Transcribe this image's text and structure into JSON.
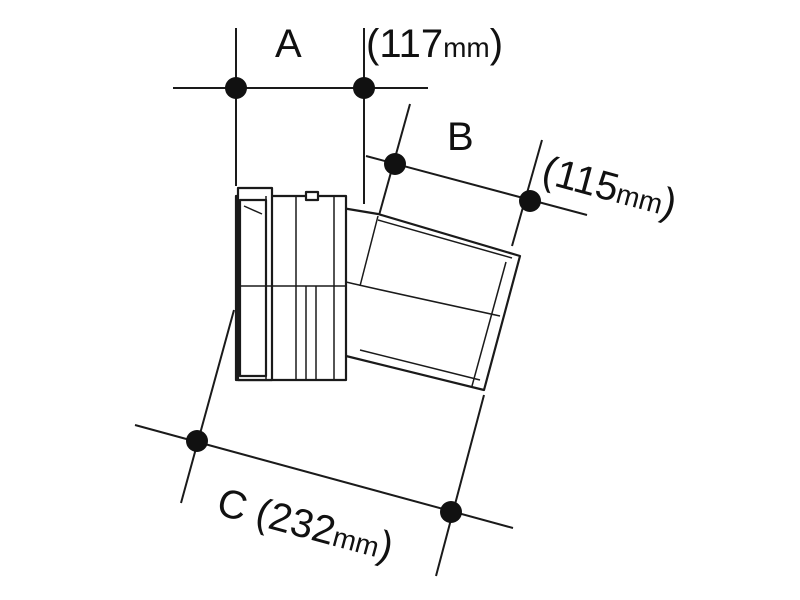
{
  "dimensions": {
    "a": {
      "letter": "A",
      "open": "(",
      "value": "117",
      "unit": "mm",
      "close": ")"
    },
    "b": {
      "letter": "B",
      "open": "(",
      "value": "115",
      "unit": "mm",
      "close": ")"
    },
    "c": {
      "letter": "C",
      "open": "(",
      "value": "232",
      "unit": "mm",
      "close": ")"
    }
  },
  "colors": {
    "ink": "#111111",
    "paper": "#ffffff"
  }
}
